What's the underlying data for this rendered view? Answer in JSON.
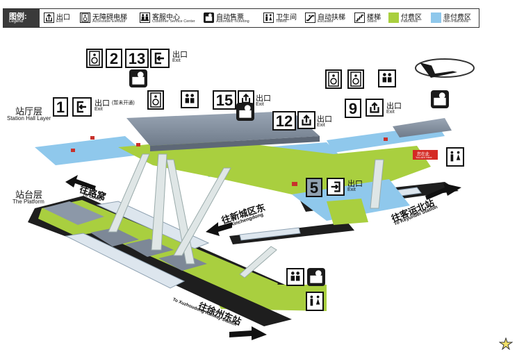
{
  "legend": {
    "title_zh": "图例:",
    "title_en": "Legend",
    "items": [
      {
        "zh": "出口",
        "en": "Exit",
        "icon": "exit-icon"
      },
      {
        "zh": "无障碍电梯",
        "en": "Accessible Elevator",
        "icon": "accessible-elevator-icon"
      },
      {
        "zh": "客服中心",
        "en": "Customer Service Center",
        "icon": "customer-service-icon"
      },
      {
        "zh": "自动售票",
        "en": "Automatic Ticketing",
        "icon": "ticket-machine-icon"
      },
      {
        "zh": "卫生间",
        "en": "Toilets",
        "icon": "toilet-icon"
      },
      {
        "zh": "自动扶梯",
        "en": "Escalator",
        "icon": "escalator-icon"
      },
      {
        "zh": "楼梯",
        "en": "Stairs",
        "icon": "stairs-icon"
      },
      {
        "zh": "付费区",
        "en": "Paid Area",
        "icon": "paid-area-swatch",
        "color": "#a9cf3f"
      },
      {
        "zh": "非付费区",
        "en": "Non-Paid Area",
        "icon": "non-paid-area-swatch",
        "color": "#8fc8ec"
      }
    ]
  },
  "levels": {
    "hall_zh": "站厅层",
    "hall_en": "Station Hall Layer",
    "platform_zh": "站台层",
    "platform_en": "The Platform"
  },
  "directions": {
    "luwo_zh": "往路窝",
    "luwo_en": "To Luwo",
    "xincheng_zh": "往新城区东",
    "xincheng_en": "To Xinchengdong",
    "keyun_zh": "往客运北站",
    "keyun_en": "To Keyunbei Station",
    "xuzhou_zh": "往徐州东站",
    "xuzhou_en": "To Xuzhoudong Railway Station"
  },
  "exits": {
    "exit_zh": "出口",
    "exit_en": "Exit",
    "e1": "1",
    "e1_note": "(暂未开通)",
    "e2": "2",
    "e13": "13",
    "e15": "15",
    "e12": "12",
    "e9": "9",
    "e5": "5"
  },
  "here_sign": {
    "zh": "您在此",
    "en": "You Are Here"
  },
  "colors": {
    "paid": "#a9cf3f",
    "nonpaid": "#8fc8ec",
    "building": "#8c98a8",
    "track": "#1e1e1e"
  }
}
